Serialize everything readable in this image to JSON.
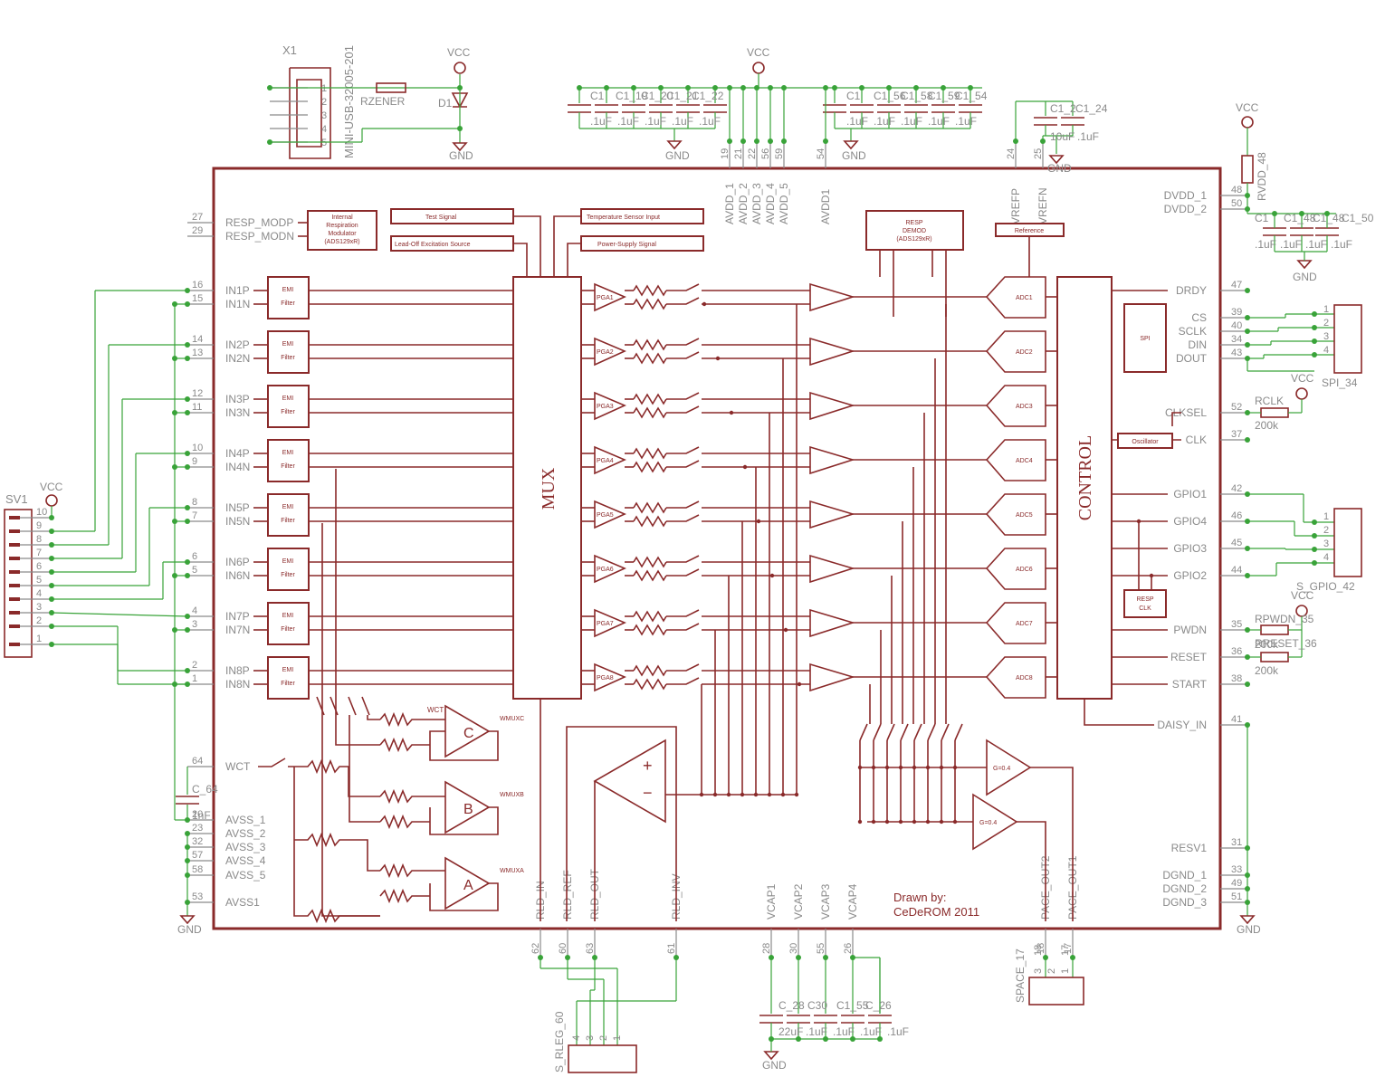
{
  "title": {
    "drawn_by_label": "Drawn by:",
    "author": "CeDeROM 2011"
  },
  "power": {
    "vcc": "VCC",
    "gnd": "GND"
  },
  "usb": {
    "ref": "X1",
    "part": "MINI-USB-32005-201",
    "pins": [
      "1",
      "2",
      "3",
      "4",
      "5"
    ],
    "zener_res": "RZENER",
    "diode": "D1"
  },
  "sv1": {
    "ref": "SV1",
    "pins": [
      "10",
      "9",
      "8",
      "7",
      "6",
      "5",
      "4",
      "3",
      "2",
      "1"
    ]
  },
  "core": {
    "mux": "MUX",
    "control": "CONTROL",
    "test_signal": "Test Signal",
    "temp_sensor": "Temperature Sensor Input",
    "leadoff": "Lead-Off Excitation Source",
    "power_supply": "Power-Supply Signal",
    "resp_mod": [
      "Internal",
      "Respiration",
      "Modulator",
      "(ADS129xR)"
    ],
    "resp_demod": [
      "RESP",
      "DEMOD",
      "(ADS129xR)"
    ],
    "reference": "Reference",
    "spi": "SPI",
    "oscillator": "Oscillator",
    "resp_clk": [
      "RESP",
      "CLK"
    ],
    "wct": "WCT",
    "amps": [
      "C",
      "B",
      "A"
    ],
    "amp_labels": [
      "WMUXC",
      "WMUXB",
      "WMUXA"
    ],
    "pace_gain": "G=0.4",
    "emi": [
      "EMI",
      "Filter"
    ]
  },
  "pga": [
    "PGA1",
    "PGA2",
    "PGA3",
    "PGA4",
    "PGA5",
    "PGA6",
    "PGA7",
    "PGA8"
  ],
  "adc": [
    "ADC1",
    "ADC2",
    "ADC3",
    "ADC4",
    "ADC5",
    "ADC6",
    "ADC7",
    "ADC8"
  ],
  "left_pins": [
    {
      "num": "27",
      "name": "RESP_MODP"
    },
    {
      "num": "29",
      "name": "RESP_MODN"
    },
    {
      "num": "16",
      "name": "IN1P"
    },
    {
      "num": "15",
      "name": "IN1N"
    },
    {
      "num": "14",
      "name": "IN2P"
    },
    {
      "num": "13",
      "name": "IN2N"
    },
    {
      "num": "12",
      "name": "IN3P"
    },
    {
      "num": "11",
      "name": "IN3N"
    },
    {
      "num": "10",
      "name": "IN4P"
    },
    {
      "num": "9",
      "name": "IN4N"
    },
    {
      "num": "8",
      "name": "IN5P"
    },
    {
      "num": "7",
      "name": "IN5N"
    },
    {
      "num": "6",
      "name": "IN6P"
    },
    {
      "num": "5",
      "name": "IN6N"
    },
    {
      "num": "4",
      "name": "IN7P"
    },
    {
      "num": "3",
      "name": "IN7N"
    },
    {
      "num": "2",
      "name": "IN8P"
    },
    {
      "num": "1",
      "name": "IN8N"
    },
    {
      "num": "64",
      "name": "WCT"
    },
    {
      "num": "20",
      "name": "AVSS_1"
    },
    {
      "num": "23",
      "name": "AVSS_2"
    },
    {
      "num": "32",
      "name": "AVSS_3"
    },
    {
      "num": "57",
      "name": "AVSS_4"
    },
    {
      "num": "58",
      "name": "AVSS_5"
    },
    {
      "num": "53",
      "name": "AVSS1"
    }
  ],
  "right_pins": [
    {
      "num": "48",
      "name": "DVDD_1"
    },
    {
      "num": "50",
      "name": "DVDD_2"
    },
    {
      "num": "47",
      "name": "DRDY"
    },
    {
      "num": "39",
      "name": "CS"
    },
    {
      "num": "40",
      "name": "SCLK"
    },
    {
      "num": "34",
      "name": "DIN"
    },
    {
      "num": "43",
      "name": "DOUT"
    },
    {
      "num": "52",
      "name": "CLKSEL"
    },
    {
      "num": "37",
      "name": "CLK"
    },
    {
      "num": "42",
      "name": "GPIO1"
    },
    {
      "num": "46",
      "name": "GPIO4"
    },
    {
      "num": "45",
      "name": "GPIO3"
    },
    {
      "num": "44",
      "name": "GPIO2"
    },
    {
      "num": "35",
      "name": "PWDN"
    },
    {
      "num": "36",
      "name": "RESET"
    },
    {
      "num": "38",
      "name": "START"
    },
    {
      "num": "41",
      "name": "DAISY_IN"
    },
    {
      "num": "31",
      "name": "RESV1"
    },
    {
      "num": "33",
      "name": "DGND_1"
    },
    {
      "num": "49",
      "name": "DGND_2"
    },
    {
      "num": "51",
      "name": "DGND_3"
    }
  ],
  "top_pins": [
    {
      "num": "19",
      "name": "AVDD_1"
    },
    {
      "num": "21",
      "name": "AVDD_2"
    },
    {
      "num": "22",
      "name": "AVDD_3"
    },
    {
      "num": "56",
      "name": "AVDD_4"
    },
    {
      "num": "59",
      "name": "AVDD_5"
    },
    {
      "num": "54",
      "name": "AVDD1"
    },
    {
      "num": "24",
      "name": "VREFP"
    },
    {
      "num": "25",
      "name": "VREFN"
    }
  ],
  "bottom_pins": [
    {
      "num": "62",
      "name": "RLD_IN"
    },
    {
      "num": "60",
      "name": "RLD_REF"
    },
    {
      "num": "63",
      "name": "RLD_OUT"
    },
    {
      "num": "61",
      "name": "RLD_INV"
    },
    {
      "num": "28",
      "name": "VCAP1"
    },
    {
      "num": "30",
      "name": "VCAP2"
    },
    {
      "num": "55",
      "name": "VCAP3"
    },
    {
      "num": "26",
      "name": "VCAP4"
    },
    {
      "num": "18",
      "name": "PACE_OUT2"
    },
    {
      "num": "17",
      "name": "PACE_OUT1"
    }
  ],
  "caps_top_a": {
    "names": [
      "C1",
      "C1_19",
      "C1_20",
      "C1_21",
      "C1_22"
    ],
    "values": [
      ".1uF",
      ".1uF",
      ".1uF",
      ".1uF",
      ".1uF"
    ]
  },
  "caps_top_b": {
    "names": [
      "C1",
      "C1_56",
      "C1_58",
      "C1_59",
      "C1_54"
    ],
    "values": [
      ".1uF",
      ".1uF",
      ".1uF",
      ".1uF",
      ".1uF"
    ]
  },
  "caps_vref": {
    "names": [
      "C1_2",
      "C1_24"
    ],
    "values": [
      "10uF",
      ".1uF"
    ],
    "nets": [
      "24",
      "25"
    ]
  },
  "caps_dvdd": {
    "names": [
      "C1_48",
      "C1_48",
      "C1_50"
    ],
    "values": [
      ".1uF",
      ".1uF",
      ".1uF",
      ".1uF"
    ],
    "res": "RVDD_48"
  },
  "caps_vcap": {
    "names": [
      "C_28",
      "C30",
      "C1_55",
      "C_26"
    ],
    "values": [
      "22uF",
      ".1uF",
      ".1uF",
      ".1uF",
      ".1uF"
    ]
  },
  "cap_wct": {
    "name": "C_64",
    "value": "1nF"
  },
  "spi_header": {
    "ref": "SPI_34",
    "pins": [
      "1",
      "2",
      "3",
      "4"
    ]
  },
  "gpio_header": {
    "ref": "S_GPIO_42",
    "pins": [
      "1",
      "2",
      "3",
      "4"
    ]
  },
  "rld_header": {
    "ref": "S_RLEG_60",
    "pins": [
      "4",
      "3",
      "2",
      "1"
    ]
  },
  "space_header": {
    "ref": "SPACE_17",
    "pins": [
      "3",
      "2",
      "1"
    ],
    "nets": [
      "18",
      "17"
    ]
  },
  "resistors": {
    "rclk": "RCLK",
    "rclk_val": "200k",
    "rclk_pin": "52",
    "rpwdn": "RPWDN_35",
    "rpwdn_val": "200k",
    "rreset": "RRESET_36",
    "rreset_val": "200k"
  }
}
